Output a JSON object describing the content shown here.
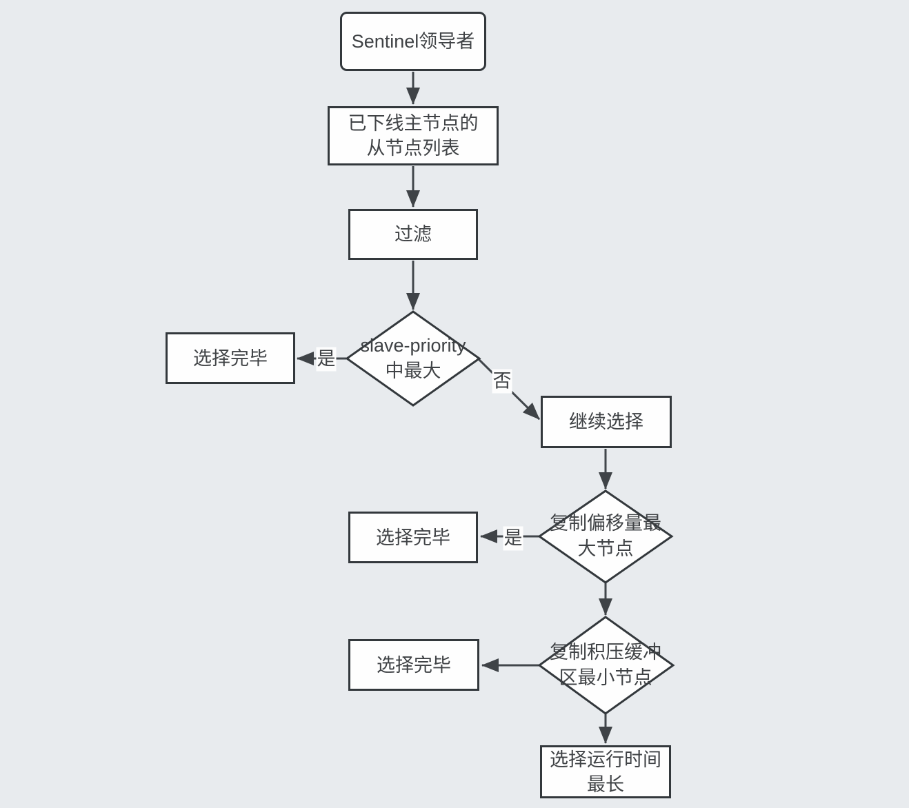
{
  "flowchart": {
    "nodes": {
      "sentinel_leader": {
        "label": "Sentinel领导者"
      },
      "offline_master_slaves": {
        "label": "已下线主节点的\n从节点列表"
      },
      "filter": {
        "label": "过滤"
      },
      "decision_slave_priority": {
        "label": "slave-priority\n中最大"
      },
      "done_1": {
        "label": "选择完毕"
      },
      "continue_select": {
        "label": "继续选择"
      },
      "decision_repl_offset": {
        "label": "复制偏移量最\n大节点"
      },
      "done_2": {
        "label": "选择完毕"
      },
      "decision_repl_backlog": {
        "label": "复制积压缓冲\n区最小节点"
      },
      "done_3": {
        "label": "选择完毕"
      },
      "longest_runtime": {
        "label": "选择运行时间\n最长"
      }
    },
    "edge_labels": {
      "yes_1": "是",
      "no_1": "否",
      "yes_2": "是"
    },
    "colors": {
      "background": "#e8ebee",
      "node_fill": "#fefefe",
      "node_border": "#33383c",
      "connector": "#41464b",
      "text": "#3f4245",
      "label_background": "#fdfdfd"
    }
  }
}
